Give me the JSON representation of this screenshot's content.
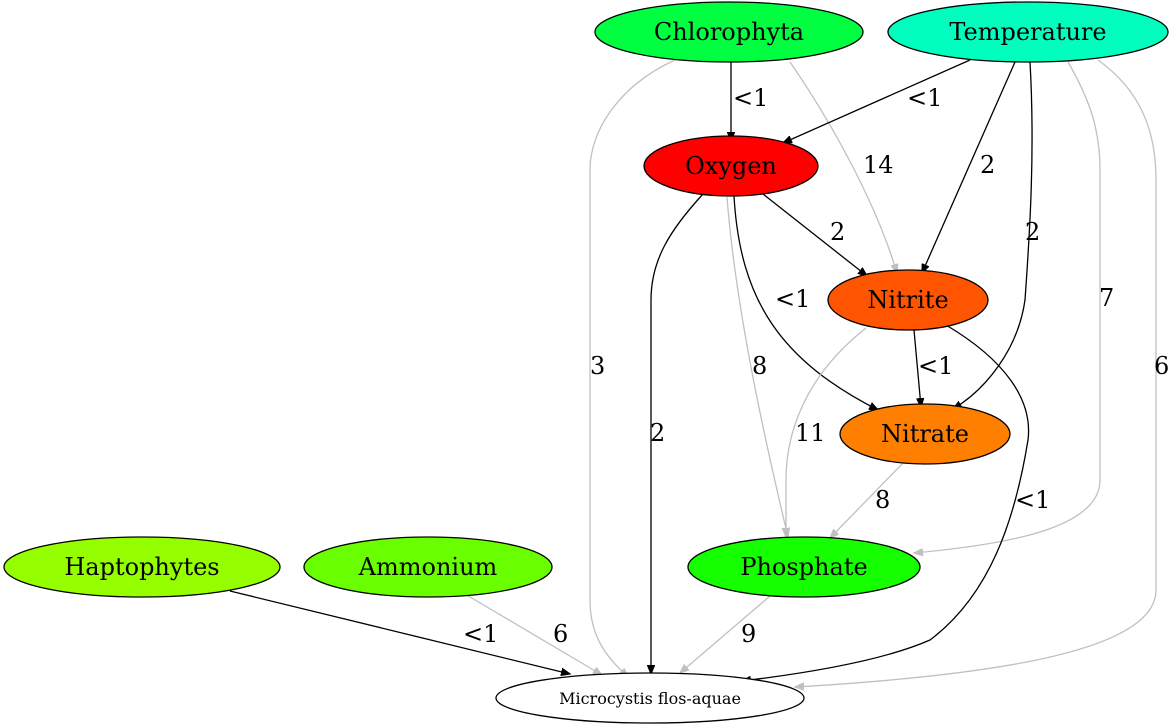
{
  "nodes": {
    "chlorophyta": {
      "label": "Chlorophyta",
      "fill": "#00ff40"
    },
    "temperature": {
      "label": "Temperature",
      "fill": "#00ffbf"
    },
    "oxygen": {
      "label": "Oxygen",
      "fill": "#ff0000"
    },
    "nitrite": {
      "label": "Nitrite",
      "fill": "#ff5500"
    },
    "nitrate": {
      "label": "Nitrate",
      "fill": "#ff8000"
    },
    "haptophytes": {
      "label": "Haptophytes",
      "fill": "#95ff00"
    },
    "ammonium": {
      "label": "Ammonium",
      "fill": "#6aff00"
    },
    "phosphate": {
      "label": "Phosphate",
      "fill": "#15ff00"
    },
    "microcystis": {
      "label": "Microcystis flos-aquae",
      "fill": "#ffffff"
    }
  },
  "edges": {
    "chlorophyta_oxygen": {
      "label": "<1",
      "color": "#000000"
    },
    "chlorophyta_nitrite": {
      "label": "14",
      "color": "#c0c0c0"
    },
    "chlorophyta_microcystis": {
      "label": "3",
      "color": "#c0c0c0"
    },
    "temperature_oxygen": {
      "label": "<1",
      "color": "#000000"
    },
    "temperature_nitrite": {
      "label": "2",
      "color": "#000000"
    },
    "temperature_nitrate": {
      "label": "2",
      "color": "#000000"
    },
    "temperature_phosphate": {
      "label": "7",
      "color": "#c0c0c0"
    },
    "temperature_microcystis": {
      "label": "6",
      "color": "#c0c0c0"
    },
    "oxygen_nitrite": {
      "label": "2",
      "color": "#000000"
    },
    "oxygen_nitrate": {
      "label": "<1",
      "color": "#000000"
    },
    "oxygen_phosphate": {
      "label": "8",
      "color": "#c0c0c0"
    },
    "oxygen_microcystis": {
      "label": "2",
      "color": "#000000"
    },
    "nitrite_nitrate": {
      "label": "<1",
      "color": "#000000"
    },
    "nitrite_phosphate": {
      "label": "11",
      "color": "#c0c0c0"
    },
    "nitrite_microcystis": {
      "label": "<1",
      "color": "#000000"
    },
    "nitrate_phosphate": {
      "label": "8",
      "color": "#c0c0c0"
    },
    "haptophytes_microcystis": {
      "label": "<1",
      "color": "#000000"
    },
    "ammonium_microcystis": {
      "label": "6",
      "color": "#c0c0c0"
    },
    "phosphate_microcystis": {
      "label": "9",
      "color": "#c0c0c0"
    }
  }
}
